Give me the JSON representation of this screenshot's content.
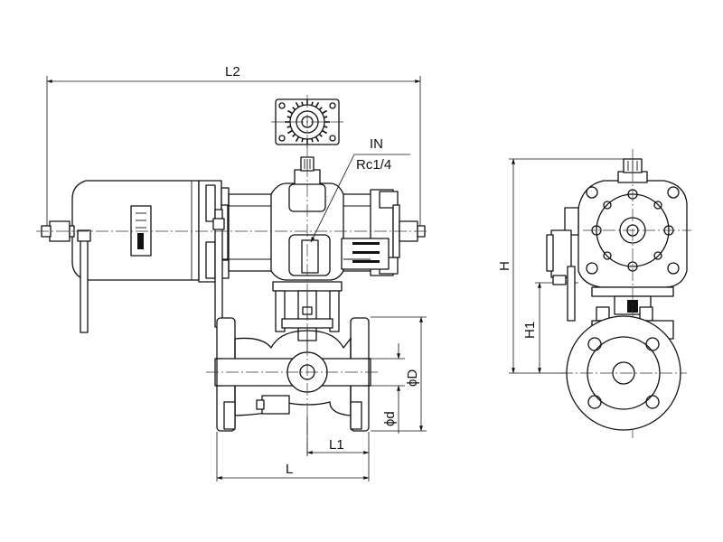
{
  "dimensions": {
    "L2": "L2",
    "IN": "IN",
    "Rc": "Rc1/4",
    "H": "H",
    "H1": "H1",
    "D": "ϕD",
    "d": "ϕd",
    "L1": "L1",
    "L": "L"
  }
}
